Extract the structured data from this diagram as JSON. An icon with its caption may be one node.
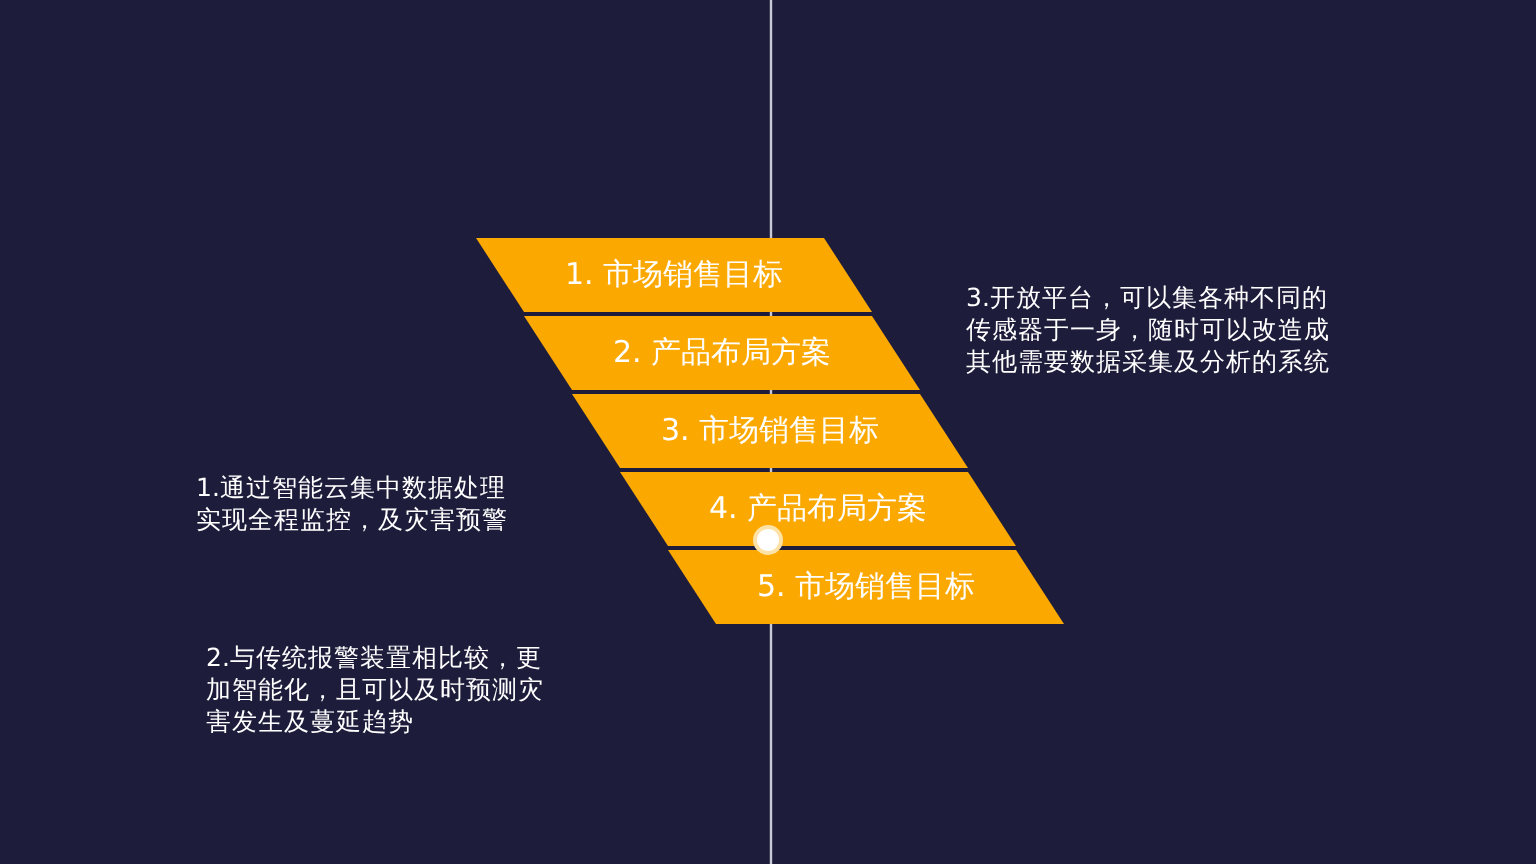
{
  "diagram": {
    "nodes": [
      {
        "text": [
          "1. 市场销售目标"
        ]
      },
      {
        "text": [
          "2. 产品布局方案"
        ]
      },
      {
        "text": [
          "3. 市场销售目标"
        ]
      },
      {
        "text": [
          "4. 产品布局方案"
        ]
      },
      {
        "text": [
          "5. 市场销售目标"
        ]
      }
    ],
    "edges": [],
    "labels": [
      "3.开放平台，可以集各种不同的传感器于一身，随时可以改造成其他需要数据采集及分析的系统",
      "1.通过智能云集中数据处理实现全程监控，及灾害预警",
      "2.与传统报警装置相比较，更加智能化，且可以及时预测灾害发生及蔓延趋势"
    ]
  }
}
